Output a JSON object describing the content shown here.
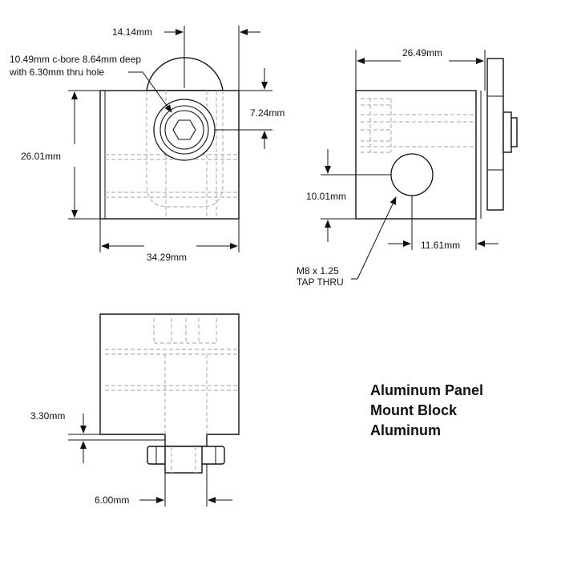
{
  "title": {
    "line1": "Aluminum Panel",
    "line2": "Mount Block",
    "line3": "Aluminum"
  },
  "front_view": {
    "dim_top": "14.14mm",
    "cbore_note_line1": "10.49mm c-bore 8.64mm deep",
    "cbore_note_line2": "with 6.30mm thru hole",
    "dim_right": "7.24mm",
    "dim_height": "26.01mm",
    "dim_width": "34.29mm"
  },
  "side_view": {
    "dim_width": "26.49mm",
    "dim_hole_height": "10.01mm",
    "dim_hole_offset": "11.61mm",
    "tap_note_line1": "M8 x 1.25",
    "tap_note_line2": "TAP THRU"
  },
  "bottom_view": {
    "dim_step": "3.30mm",
    "dim_boss": "6.00mm"
  }
}
